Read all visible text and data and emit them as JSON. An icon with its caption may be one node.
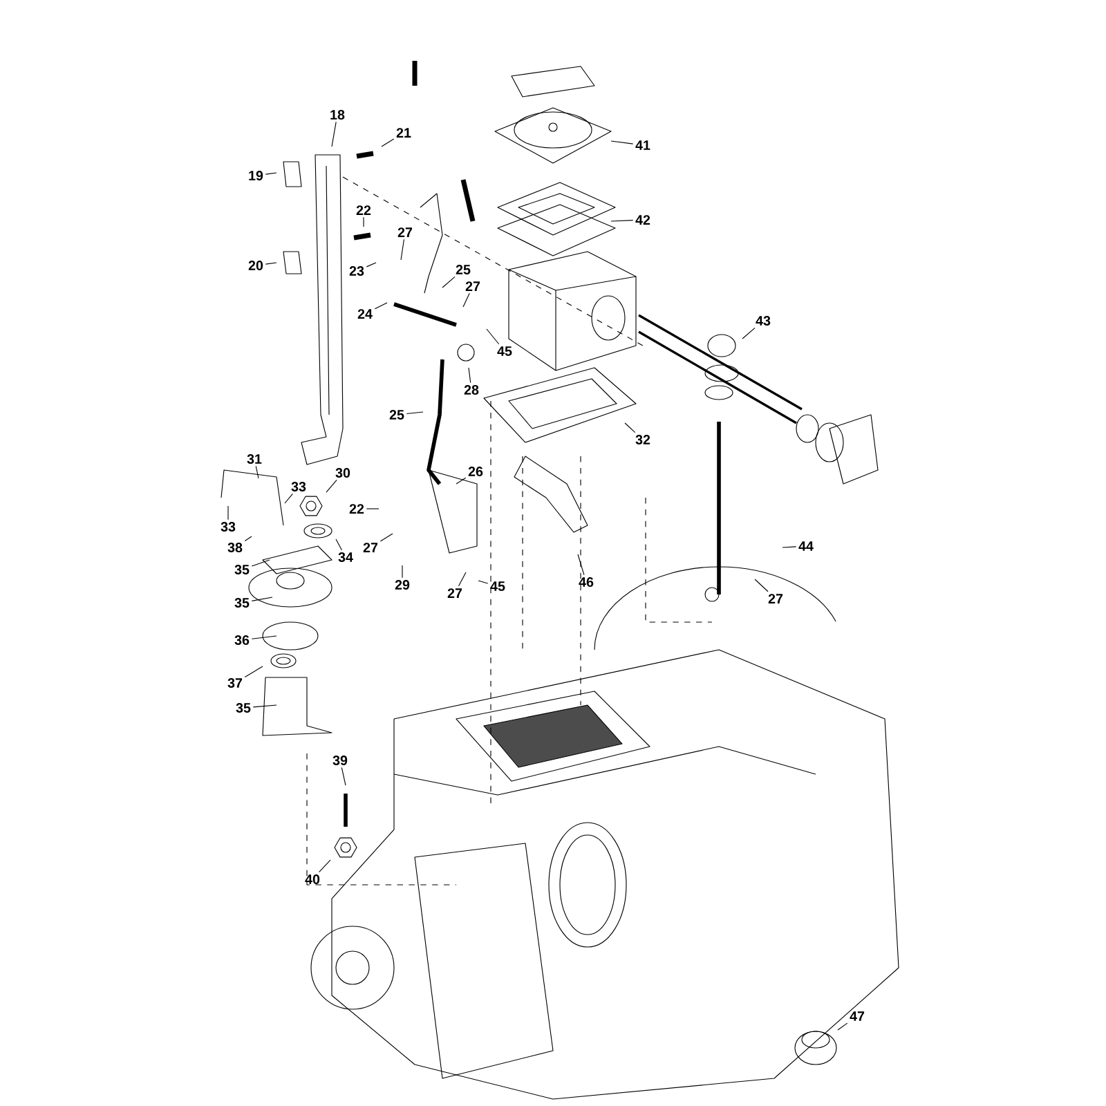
{
  "diagram": {
    "nodes": [
      {
        "text": [
          "18"
        ]
      },
      {
        "text": [
          "21"
        ]
      },
      {
        "text": [
          "19"
        ]
      },
      {
        "text": [
          "22"
        ]
      },
      {
        "text": [
          "27"
        ]
      },
      {
        "text": [
          "20"
        ]
      },
      {
        "text": [
          "23"
        ]
      },
      {
        "text": [
          "25"
        ]
      },
      {
        "text": [
          "27"
        ]
      },
      {
        "text": [
          "24"
        ]
      },
      {
        "text": [
          "45"
        ]
      },
      {
        "text": [
          "28"
        ]
      },
      {
        "text": [
          "25"
        ]
      },
      {
        "text": [
          "41"
        ]
      },
      {
        "text": [
          "42"
        ]
      },
      {
        "text": [
          "43"
        ]
      },
      {
        "text": [
          "32"
        ]
      },
      {
        "text": [
          "31"
        ]
      },
      {
        "text": [
          "33"
        ]
      },
      {
        "text": [
          "30"
        ]
      },
      {
        "text": [
          "33"
        ]
      },
      {
        "text": [
          "38"
        ]
      },
      {
        "text": [
          "34"
        ]
      },
      {
        "text": [
          "26"
        ]
      },
      {
        "text": [
          "22"
        ]
      },
      {
        "text": [
          "27"
        ]
      },
      {
        "text": [
          "35"
        ]
      },
      {
        "text": [
          "29"
        ]
      },
      {
        "text": [
          "27"
        ]
      },
      {
        "text": [
          "45"
        ]
      },
      {
        "text": [
          "46"
        ]
      },
      {
        "text": [
          "44"
        ]
      },
      {
        "text": [
          "27"
        ]
      },
      {
        "text": [
          "35"
        ]
      },
      {
        "text": [
          "36"
        ]
      },
      {
        "text": [
          "37"
        ]
      },
      {
        "text": [
          "35"
        ]
      },
      {
        "text": [
          "39"
        ]
      },
      {
        "text": [
          "40"
        ]
      },
      {
        "text": [
          "47"
        ]
      }
    ],
    "edges": [
      {
        "from": 0,
        "to": null,
        "arrow": "none"
      },
      {
        "from": 1,
        "to": null,
        "arrow": "none"
      },
      {
        "from": 2,
        "to": null,
        "arrow": "none"
      },
      {
        "from": 3,
        "to": null,
        "arrow": "none"
      },
      {
        "from": 4,
        "to": null,
        "arrow": "none"
      },
      {
        "from": 5,
        "to": null,
        "arrow": "none"
      },
      {
        "from": 6,
        "to": null,
        "arrow": "none"
      },
      {
        "from": 7,
        "to": null,
        "arrow": "none"
      },
      {
        "from": 8,
        "to": null,
        "arrow": "none"
      },
      {
        "from": 9,
        "to": null,
        "arrow": "none"
      },
      {
        "from": 10,
        "to": null,
        "arrow": "none"
      },
      {
        "from": 11,
        "to": null,
        "arrow": "none"
      },
      {
        "from": 12,
        "to": null,
        "arrow": "none"
      },
      {
        "from": 13,
        "to": null,
        "arrow": "none"
      },
      {
        "from": 14,
        "to": null,
        "arrow": "none"
      },
      {
        "from": 15,
        "to": null,
        "arrow": "none"
      },
      {
        "from": 16,
        "to": null,
        "arrow": "none"
      },
      {
        "from": 17,
        "to": null,
        "arrow": "none"
      },
      {
        "from": 18,
        "to": null,
        "arrow": "none"
      },
      {
        "from": 19,
        "to": null,
        "arrow": "none"
      },
      {
        "from": 20,
        "to": null,
        "arrow": "none"
      },
      {
        "from": 21,
        "to": null,
        "arrow": "none"
      },
      {
        "from": 22,
        "to": null,
        "arrow": "none"
      },
      {
        "from": 23,
        "to": null,
        "arrow": "none"
      },
      {
        "from": 24,
        "to": null,
        "arrow": "none"
      },
      {
        "from": 25,
        "to": null,
        "arrow": "none"
      },
      {
        "from": 26,
        "to": null,
        "arrow": "none"
      },
      {
        "from": 27,
        "to": null,
        "arrow": "none"
      },
      {
        "from": 28,
        "to": null,
        "arrow": "none"
      },
      {
        "from": 29,
        "to": null,
        "arrow": "none"
      },
      {
        "from": 30,
        "to": null,
        "arrow": "none"
      },
      {
        "from": 31,
        "to": null,
        "arrow": "none"
      },
      {
        "from": 32,
        "to": null,
        "arrow": "none"
      },
      {
        "from": 33,
        "to": null,
        "arrow": "none"
      },
      {
        "from": 34,
        "to": null,
        "arrow": "none"
      },
      {
        "from": 35,
        "to": null,
        "arrow": "none"
      },
      {
        "from": 36,
        "to": null,
        "arrow": "none"
      },
      {
        "from": 37,
        "to": null,
        "arrow": "none"
      },
      {
        "from": 38,
        "to": null,
        "arrow": "none"
      },
      {
        "from": 39,
        "to": null,
        "arrow": "none"
      }
    ]
  }
}
